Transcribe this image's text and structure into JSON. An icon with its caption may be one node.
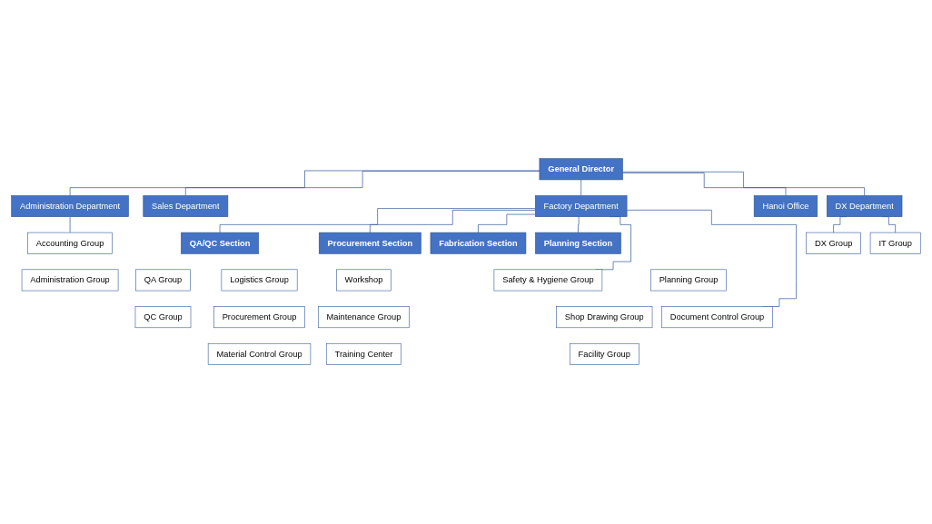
{
  "diagram": {
    "nodes": [
      {
        "text": [
          "General Director"
        ]
      },
      {
        "text": [
          "Administration Department"
        ]
      },
      {
        "text": [
          "Sales Department"
        ]
      },
      {
        "text": [
          "Factory Department"
        ]
      },
      {
        "text": [
          "Hanoi Office"
        ]
      },
      {
        "text": [
          "DX Department"
        ]
      },
      {
        "text": [
          "QA/QC Section"
        ]
      },
      {
        "text": [
          "Procurement Section"
        ]
      },
      {
        "text": [
          "Fabrication Section"
        ]
      },
      {
        "text": [
          "Planning Section"
        ]
      },
      {
        "text": [
          "Accounting Group"
        ]
      },
      {
        "text": [
          "QA Group"
        ]
      },
      {
        "text": [
          "Logistics Group"
        ]
      },
      {
        "text": [
          "Workshop"
        ]
      },
      {
        "text": [
          "Planning Group"
        ]
      },
      {
        "text": [
          "DX Group"
        ]
      },
      {
        "text": [
          "IT Group"
        ]
      },
      {
        "text": [
          "Administration Group"
        ]
      },
      {
        "text": [
          "QC Group"
        ]
      },
      {
        "text": [
          "Procurement Group"
        ]
      },
      {
        "text": [
          "Maintenance Group"
        ]
      },
      {
        "text": [
          "Shop Drawing Group"
        ]
      },
      {
        "text": [
          "Material Control Group"
        ]
      },
      {
        "text": [
          "Training Center"
        ]
      },
      {
        "text": [
          "Facility Group"
        ]
      },
      {
        "text": [
          "Safety & Hygiene Group"
        ]
      },
      {
        "text": [
          "Document Control Group"
        ]
      }
    ],
    "edges": [
      {
        "from": 0,
        "to": 1,
        "arrow": "none"
      },
      {
        "from": 0,
        "to": 2,
        "arrow": "none"
      },
      {
        "from": 0,
        "to": 3,
        "arrow": "none"
      },
      {
        "from": 0,
        "to": 4,
        "arrow": "none"
      },
      {
        "from": 0,
        "to": 5,
        "arrow": "none"
      },
      {
        "from": 1,
        "to": 10,
        "arrow": "none"
      },
      {
        "from": 3,
        "to": 6,
        "arrow": "none"
      },
      {
        "from": 3,
        "to": 7,
        "arrow": "none"
      },
      {
        "from": 3,
        "to": 8,
        "arrow": "none"
      },
      {
        "from": 3,
        "to": 9,
        "arrow": "none"
      },
      {
        "from": 3,
        "to": 25,
        "arrow": "none"
      },
      {
        "from": 3,
        "to": 26,
        "arrow": "none"
      },
      {
        "from": 5,
        "to": 15,
        "arrow": "none"
      },
      {
        "from": 5,
        "to": 16,
        "arrow": "none"
      }
    ]
  }
}
